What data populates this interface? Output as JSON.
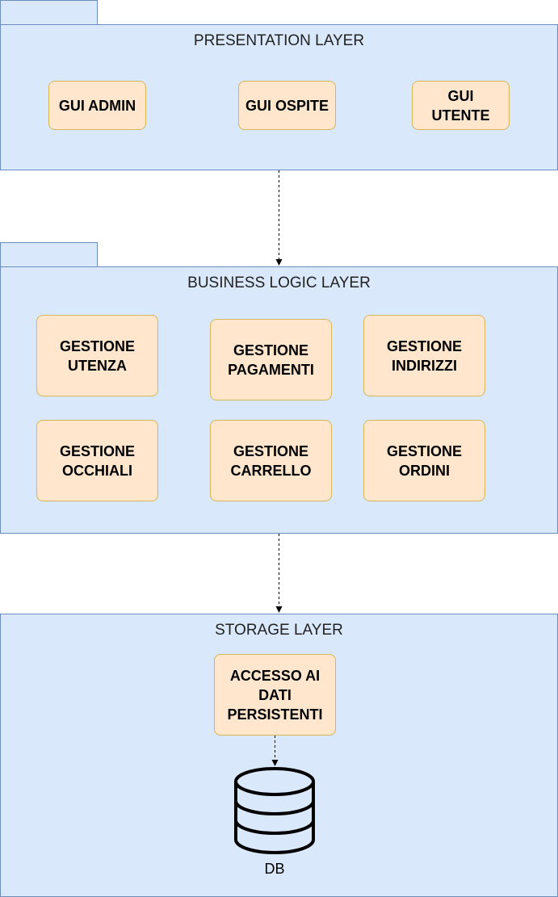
{
  "colors": {
    "layer_fill": "#dae8fc",
    "layer_stroke": "#6c8ebf",
    "component_fill": "#ffe6cc",
    "component_stroke": "#d6b656"
  },
  "layers": {
    "presentation": {
      "title": "PRESENTATION LAYER",
      "components": [
        "GUI ADMIN",
        "GUI OSPITE",
        "GUI\nUTENTE"
      ]
    },
    "business": {
      "title": "BUSINESS LOGIC LAYER",
      "components": [
        "GESTIONE\nUTENZA",
        "GESTIONE\nPAGAMENTI",
        "GESTIONE\nINDIRIZZI",
        "GESTIONE\nOCCHIALI",
        "GESTIONE\nCARRELLO",
        "GESTIONE\nORDINI"
      ]
    },
    "storage": {
      "title": "STORAGE LAYER",
      "components": [
        "ACCESSO AI\nDATI\nPERSISTENTI"
      ],
      "database": {
        "icon": "database-icon",
        "label": "DB"
      }
    }
  }
}
